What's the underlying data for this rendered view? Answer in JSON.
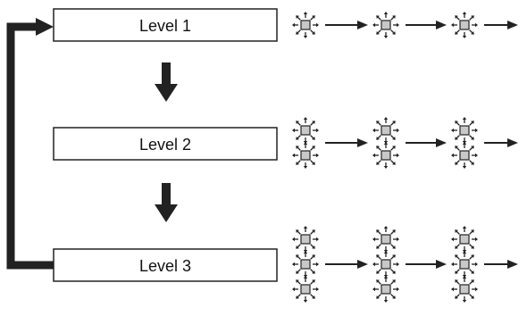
{
  "diagram": {
    "levels": [
      {
        "label": "Level 1",
        "lamps_per_step": 1
      },
      {
        "label": "Level 2",
        "lamps_per_step": 2
      },
      {
        "label": "Level 3",
        "lamps_per_step": 3
      }
    ],
    "steps_per_level": 3,
    "colors": {
      "line": "#222222",
      "lamp_fill": "#c8c8c8",
      "box_fill": "#ffffff"
    },
    "icons": {
      "lamp": "blinking-lamp-icon",
      "flow": "arrow-right-icon",
      "down": "arrow-down-icon"
    }
  }
}
